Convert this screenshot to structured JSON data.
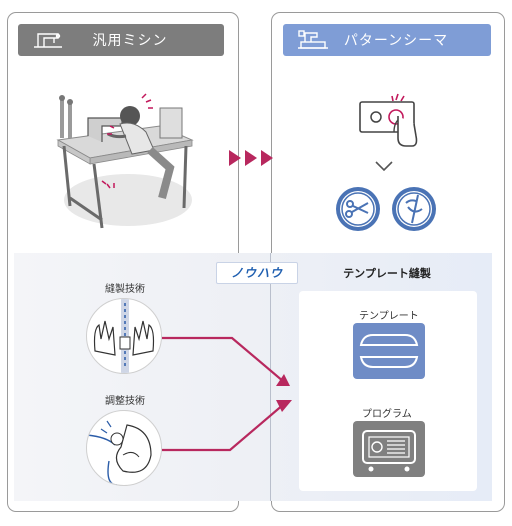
{
  "left_column": {
    "header_label": "汎用ミシン",
    "header_icon": "sewing-machine-icon",
    "photo_desc_icon": "operator-at-sewing-machine-illustration"
  },
  "right_column": {
    "header_label": "パターンシーマ",
    "header_icon": "pattern-sewer-icon",
    "control_icon": "control-panel-touch-icon",
    "sub_icons": [
      "scissors-icon",
      "needle-icon"
    ]
  },
  "knowhow_tag": "ノウハウ",
  "skills": [
    {
      "label": "縫製技術",
      "icon": "hands-guiding-fabric-icon"
    },
    {
      "label": "調整技術",
      "icon": "hand-adjusting-thread-icon"
    }
  ],
  "template_section": {
    "title": "テンプレート縫製",
    "items": [
      {
        "label": "テンプレート",
        "icon": "template-frame-icon"
      },
      {
        "label": "プログラム",
        "icon": "program-panel-icon"
      }
    ]
  },
  "colors": {
    "left_header": "#7d7d7d",
    "right_header": "#7f9dd6",
    "accent_arrow": "#b8285e",
    "blue_icon": "#4a73b5",
    "knowhow_text": "#1f5fb0"
  }
}
